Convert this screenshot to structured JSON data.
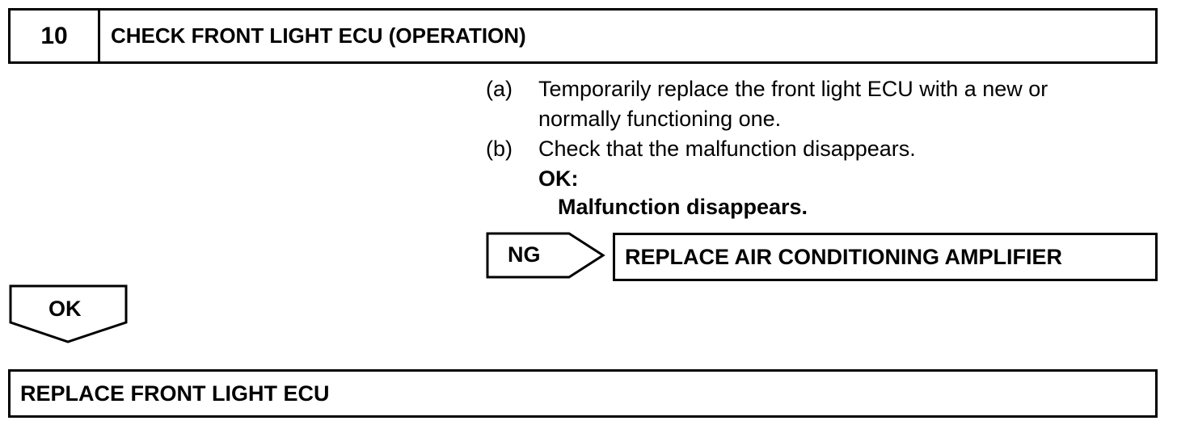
{
  "step": {
    "number": "10",
    "title": "CHECK FRONT LIGHT ECU (OPERATION)"
  },
  "instructions": [
    {
      "marker": "(a)",
      "lines": [
        "Temporarily replace the front light ECU with a new or",
        "normally functioning one."
      ]
    },
    {
      "marker": "(b)",
      "lines": [
        "Check that the malfunction disappears."
      ]
    }
  ],
  "ok_condition": {
    "label": "OK:",
    "text": "Malfunction disappears."
  },
  "ng_branch": {
    "label": "NG",
    "action": "REPLACE AIR CONDITIONING AMPLIFIER"
  },
  "ok_branch": {
    "label": "OK",
    "action": "REPLACE FRONT LIGHT ECU"
  }
}
